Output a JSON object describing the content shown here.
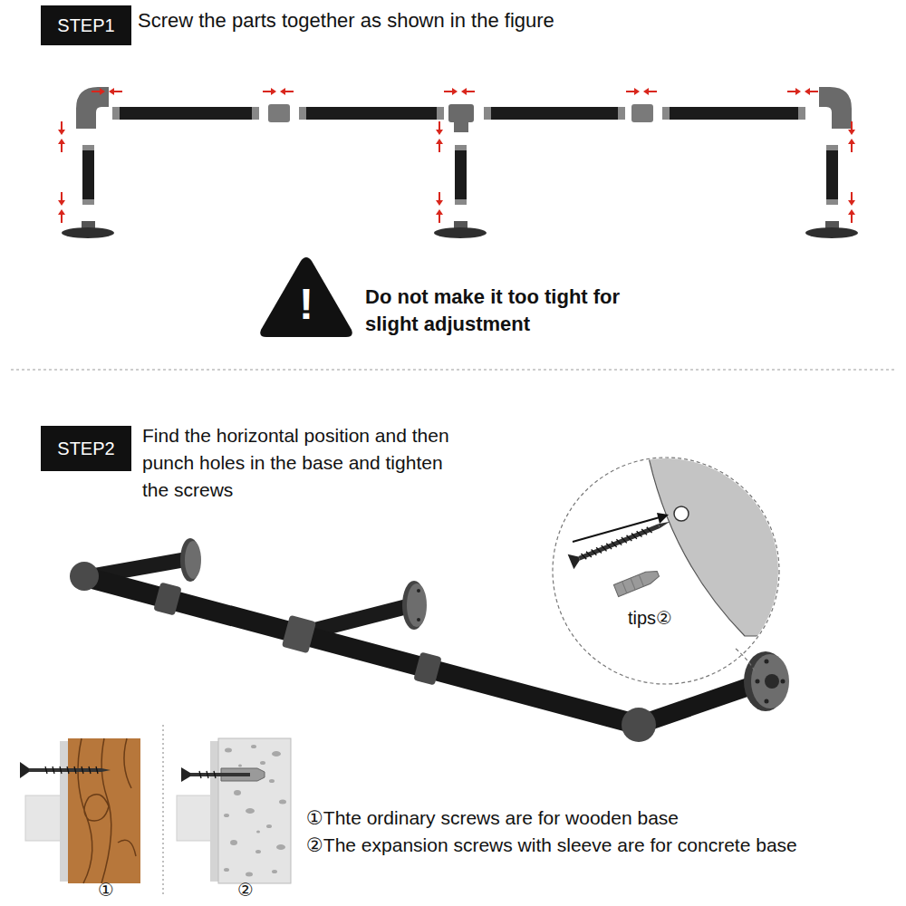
{
  "diagram": {
    "nodes": [
      {
        "text": [
          "STEP1"
        ]
      },
      {
        "text": [
          "!"
        ]
      },
      {
        "text": [
          "STEP2"
        ]
      }
    ],
    "labels": [
      "Screw the parts together as shown in the figure",
      "Do not make it too tight for slight adjustment",
      "Find the horizontal position and then punch holes in the base and tighten the screws",
      "tips②",
      "①Thte ordinary screws are for wooden base",
      "②The expansion screws with sleeve are for concrete base",
      "①",
      "②"
    ]
  }
}
